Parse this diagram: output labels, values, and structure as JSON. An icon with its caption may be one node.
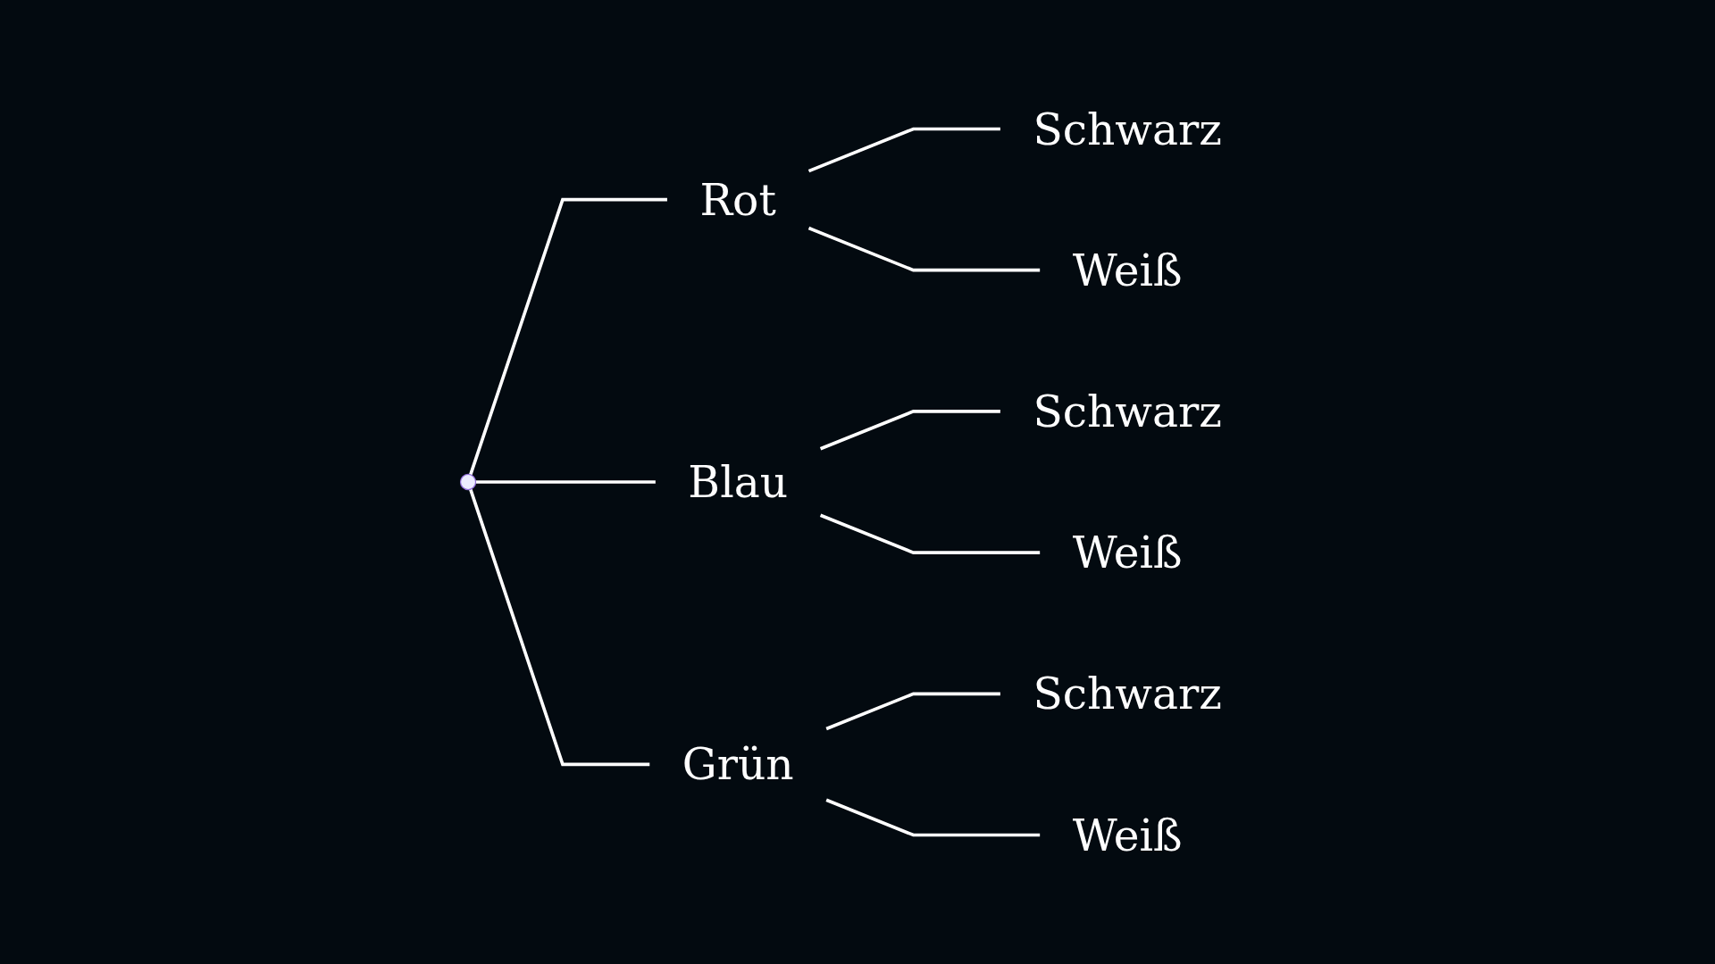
{
  "diagram": {
    "nodes": [
      {
        "text": [],
        "shape": "circle"
      },
      {
        "text": [
          "Rot"
        ]
      },
      {
        "text": [
          "Schwarz"
        ]
      },
      {
        "text": [
          "Weiß"
        ]
      },
      {
        "text": [
          "Blau"
        ]
      },
      {
        "text": [
          "Schwarz"
        ]
      },
      {
        "text": [
          "Weiß"
        ]
      },
      {
        "text": [
          "Grün"
        ]
      },
      {
        "text": [
          "Schwarz"
        ]
      },
      {
        "text": [
          "Weiß"
        ]
      }
    ],
    "edges": [
      {
        "from": 0,
        "to": 1,
        "arrow": "none"
      },
      {
        "from": 1,
        "to": 2,
        "arrow": "none"
      },
      {
        "from": 1,
        "to": 3,
        "arrow": "none"
      },
      {
        "from": 0,
        "to": 4,
        "arrow": "none"
      },
      {
        "from": 4,
        "to": 5,
        "arrow": "none"
      },
      {
        "from": 4,
        "to": 6,
        "arrow": "none"
      },
      {
        "from": 0,
        "to": 7,
        "arrow": "none"
      },
      {
        "from": 7,
        "to": 8,
        "arrow": "none"
      },
      {
        "from": 7,
        "to": 9,
        "arrow": "none"
      }
    ]
  }
}
